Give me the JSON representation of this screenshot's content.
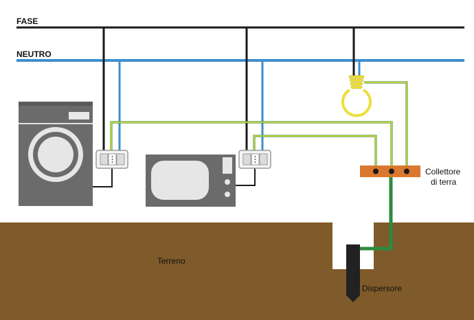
{
  "labels": {
    "fase": "FASE",
    "neutro": "NEUTRO",
    "collettore_line1": "Collettore",
    "collettore_line2": "di terra",
    "terreno": "Terreno",
    "dispersore": "Dispersore"
  },
  "colors": {
    "fase_wire": "#1a1a1a",
    "neutro_wire": "#3b8fd0",
    "earth_wire_yellow": "#e8e23a",
    "earth_wire_green": "#2d8a3e",
    "ground_main": "#7f5a2a",
    "collector_bar": "#d9782e",
    "appliance_grey": "#6b6b6b",
    "bulb_yellow": "#ecdf3c",
    "electrode": "#222222"
  },
  "icons": {
    "washing_machine": "washing-machine-icon",
    "microwave": "microwave-icon",
    "light_bulb": "light-bulb-icon",
    "socket": "socket-icon"
  }
}
